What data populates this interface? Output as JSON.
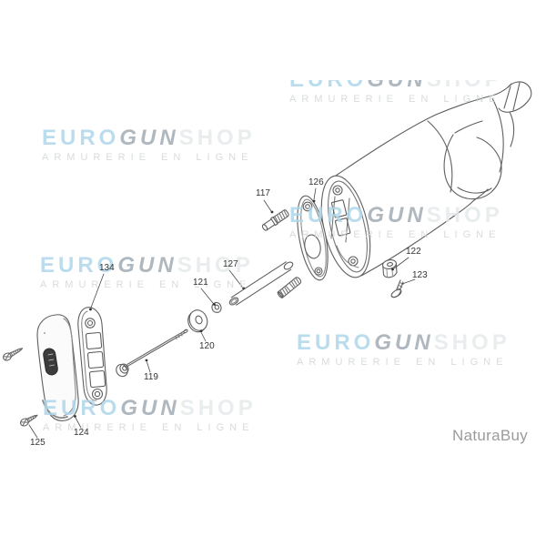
{
  "watermark": {
    "brand_euro": "EURO",
    "brand_gun": "GUN",
    "brand_shop": "SHOP",
    "tagline": "ARMURERIE EN LIGNE",
    "color_euro": "#aed7eb",
    "color_gun": "#a2abb4",
    "color_shop": "#e6eaec",
    "color_tagline": "#d2d5d7"
  },
  "marketplace": {
    "name": "NaturaBuy",
    "color": "#9b9b9b"
  },
  "diagram": {
    "type": "exploded-parts-diagram",
    "subject": "rifle buttstock, recoil pad and spacer assembly",
    "parts": [
      {
        "num": "117"
      },
      {
        "num": "119"
      },
      {
        "num": "120"
      },
      {
        "num": "121"
      },
      {
        "num": "122"
      },
      {
        "num": "123"
      },
      {
        "num": "124"
      },
      {
        "num": "125"
      },
      {
        "num": "126"
      },
      {
        "num": "127"
      },
      {
        "num": "134"
      }
    ]
  }
}
